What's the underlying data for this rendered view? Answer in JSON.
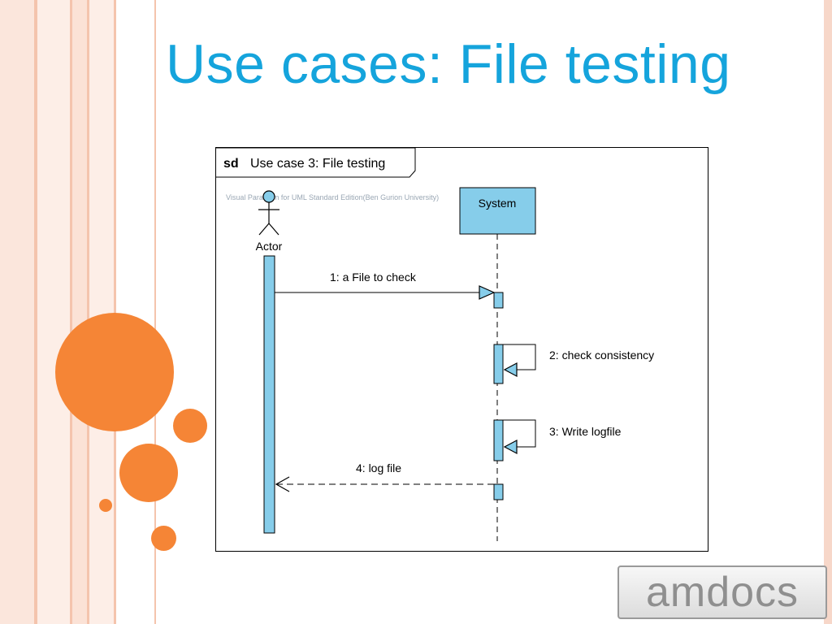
{
  "slide": {
    "title": "Use cases: File testing"
  },
  "diagram": {
    "frame_keyword": "sd",
    "frame_title": "Use case 3: File testing",
    "watermark": "Visual Paradigm for UML Standard Edition(Ben Gurion University)",
    "lifelines": {
      "actor": "Actor",
      "system": "System"
    },
    "messages": [
      {
        "label": "1: a File to check"
      },
      {
        "label": "2: check consistency"
      },
      {
        "label": "3: Write logfile"
      },
      {
        "label": "4: log file"
      }
    ]
  },
  "logo": {
    "text": "amdocs"
  },
  "colors": {
    "title": "#15a4dc",
    "accent_orange": "#f58536",
    "lifeline_fill": "#86cdea",
    "stripe_pink": "#f7d7c9"
  }
}
